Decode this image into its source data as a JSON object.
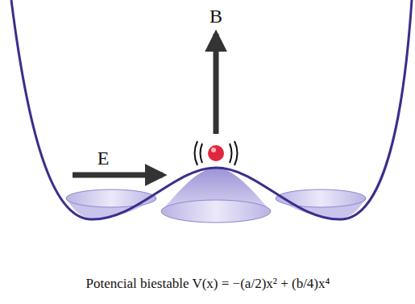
{
  "diagram": {
    "caption": "Potencial biestable V(x) = −(a/2)x² + (b/4)x⁴",
    "labels": [
      "B",
      "E"
    ]
  }
}
